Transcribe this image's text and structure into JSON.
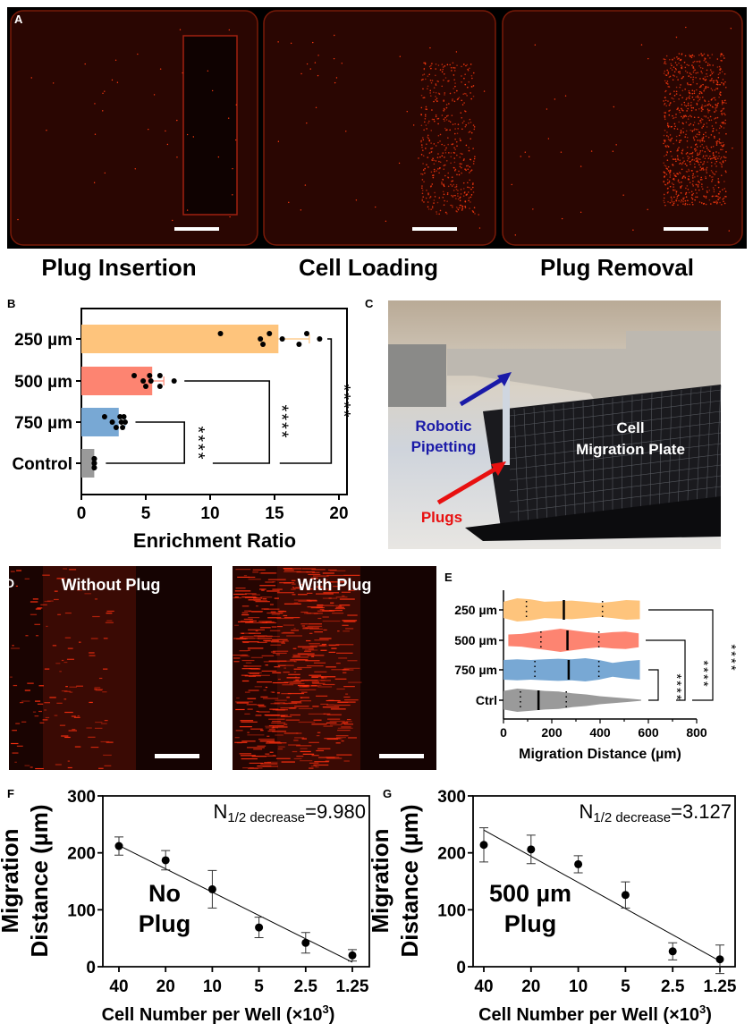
{
  "panel_labels": {
    "a": "A",
    "b": "B",
    "c": "C",
    "d": "D",
    "e": "E",
    "f": "F",
    "g": "G"
  },
  "panel_a": {
    "captions": [
      "Plug Insertion",
      "Cell Loading",
      "Plug Removal"
    ]
  },
  "panel_c": {
    "labels": {
      "robotic": "Robotic",
      "pipetting": "Pipetting",
      "plate1": "Cell",
      "plate2": "Migration Plate",
      "plugs": "Plugs"
    },
    "colors": {
      "robotic": "#1a1aa8",
      "plugs": "#e81010"
    }
  },
  "panel_d": {
    "captions": [
      "Without Plug",
      "With Plug"
    ]
  },
  "chart_data": [
    {
      "id": "B",
      "type": "bar",
      "orientation": "horizontal",
      "categories": [
        "250 µm",
        "500 µm",
        "750 µm",
        "Control"
      ],
      "means": [
        15.3,
        5.5,
        2.9,
        1.0
      ],
      "error_upper": [
        17.7,
        6.4,
        3.4,
        1.0
      ],
      "points": [
        [
          10.8,
          13.9,
          14.1,
          14.6,
          15.6,
          16.9,
          17.5,
          18.5
        ],
        [
          4.1,
          4.8,
          5.0,
          5.3,
          5.4,
          6.1,
          6.1,
          7.2
        ],
        [
          1.8,
          2.4,
          2.7,
          3.0,
          3.1,
          3.2,
          3.3,
          3.4
        ],
        [
          1,
          1,
          1,
          1,
          1,
          1,
          1,
          1
        ]
      ],
      "colors": [
        "#fec47c",
        "#fd8471",
        "#78a8d4",
        "#9a9a9a"
      ],
      "xlabel": "Enrichment Ratio",
      "xlim": [
        0,
        21
      ],
      "xticks": [
        0,
        5,
        10,
        15,
        20
      ],
      "significance": [
        {
          "from": "750 µm",
          "to": "Control",
          "label": "****"
        },
        {
          "from": "500 µm",
          "to": "Control",
          "label": "****"
        },
        {
          "from": "250 µm",
          "to": "Control",
          "label": "****"
        }
      ]
    },
    {
      "id": "E",
      "type": "violin",
      "categories": [
        "250 µm",
        "500 µm",
        "750 µm",
        "Ctrl"
      ],
      "median": [
        250,
        265,
        270,
        145
      ],
      "quartiles": [
        [
          95,
          410
        ],
        [
          155,
          395
        ],
        [
          130,
          395
        ],
        [
          70,
          260
        ]
      ],
      "range": [
        [
          0,
          565
        ],
        [
          20,
          560
        ],
        [
          0,
          565
        ],
        [
          0,
          570
        ]
      ],
      "colors": [
        "#fec47c",
        "#fd8471",
        "#78a8d4",
        "#9a9a9a"
      ],
      "xlabel": "Migration Distance (µm)",
      "xlim": [
        0,
        800
      ],
      "xticks": [
        0,
        200,
        400,
        600,
        800
      ],
      "significance": [
        {
          "from": "750 µm",
          "to": "Ctrl",
          "label": "****"
        },
        {
          "from": "500 µm",
          "to": "Ctrl",
          "label": "****"
        },
        {
          "from": "250 µm",
          "to": "Ctrl",
          "label": "****"
        }
      ]
    },
    {
      "id": "F",
      "type": "scatter",
      "x": [
        "40",
        "20",
        "10",
        "5",
        "2.5",
        "1.25"
      ],
      "y": [
        212,
        187,
        136,
        69,
        42,
        20
      ],
      "yerr": [
        16,
        17,
        33,
        18,
        18,
        10
      ],
      "fit": [
        213,
        8
      ],
      "ylabel1": "Migration",
      "ylabel2": "Distance (µm)",
      "xlabel": "Cell Number per Well (×10",
      "xlabel_sup": "3",
      "xlabel_end": ")",
      "ylim": [
        0,
        300
      ],
      "yticks": [
        0,
        100,
        200,
        300
      ],
      "annotation": {
        "n": "N",
        "sub": "1/2 decrease",
        "value": "=9.980"
      },
      "inset_text": [
        "No",
        "Plug"
      ]
    },
    {
      "id": "G",
      "type": "scatter",
      "x": [
        "40",
        "20",
        "10",
        "5",
        "2.5",
        "1.25"
      ],
      "y": [
        214,
        206,
        180,
        126,
        27,
        13
      ],
      "yerr": [
        30,
        25,
        15,
        23,
        15,
        25
      ],
      "fit": [
        240,
        10
      ],
      "ylabel1": "Migration",
      "ylabel2": "Distance (µm)",
      "xlabel": "Cell Number per Well (×10",
      "xlabel_sup": "3",
      "xlabel_end": ")",
      "ylim": [
        0,
        300
      ],
      "yticks": [
        0,
        100,
        200,
        300
      ],
      "annotation": {
        "n": "N",
        "sub": "1/2 decrease",
        "value": "=3.127"
      },
      "inset_text": [
        "500 µm",
        "Plug"
      ]
    }
  ]
}
